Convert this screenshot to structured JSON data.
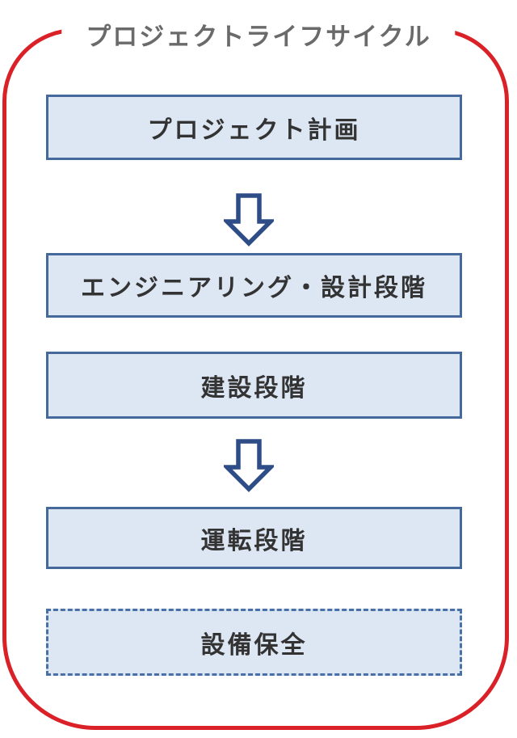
{
  "diagram": {
    "title": "プロジェクトライフサイクル",
    "boxes": [
      {
        "label": "プロジェクト計画",
        "border_style": "solid"
      },
      {
        "label": "エンジニアリング・設計段階",
        "border_style": "solid"
      },
      {
        "label": "建設段階",
        "border_style": "solid"
      },
      {
        "label": "運転段階",
        "border_style": "solid"
      },
      {
        "label": "設備保全",
        "border_style": "dashed"
      }
    ],
    "arrows": [
      {
        "name": "down-arrow",
        "between": [
          0,
          1
        ]
      },
      {
        "name": "down-arrow",
        "between": [
          2,
          3
        ]
      }
    ],
    "colors": {
      "frame_red": "#da2128",
      "box_fill": "#dde7f3",
      "box_border": "#46699c",
      "dashed_border": "#4a70a8",
      "arrow_outline": "#2e4d87",
      "arrow_fill": "#ffffff",
      "title_text": "#6a6a6a",
      "box_text": "#333333"
    }
  }
}
